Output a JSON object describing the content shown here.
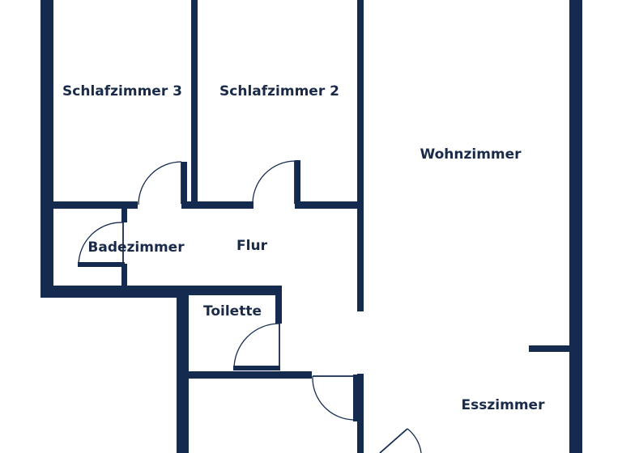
{
  "floorplan": {
    "rooms": {
      "schlafzimmer3": "Schlafzimmer 3",
      "schlafzimmer2": "Schlafzimmer 2",
      "wohnzimmer": "Wohnzimmer",
      "badezimmer": "Badezimmer",
      "flur": "Flur",
      "toilette": "Toilette",
      "esszimmer": "Esszimmer"
    },
    "colors": {
      "wall": "#152a4f",
      "text": "#1a2b4a",
      "background": "#ffffff"
    }
  }
}
